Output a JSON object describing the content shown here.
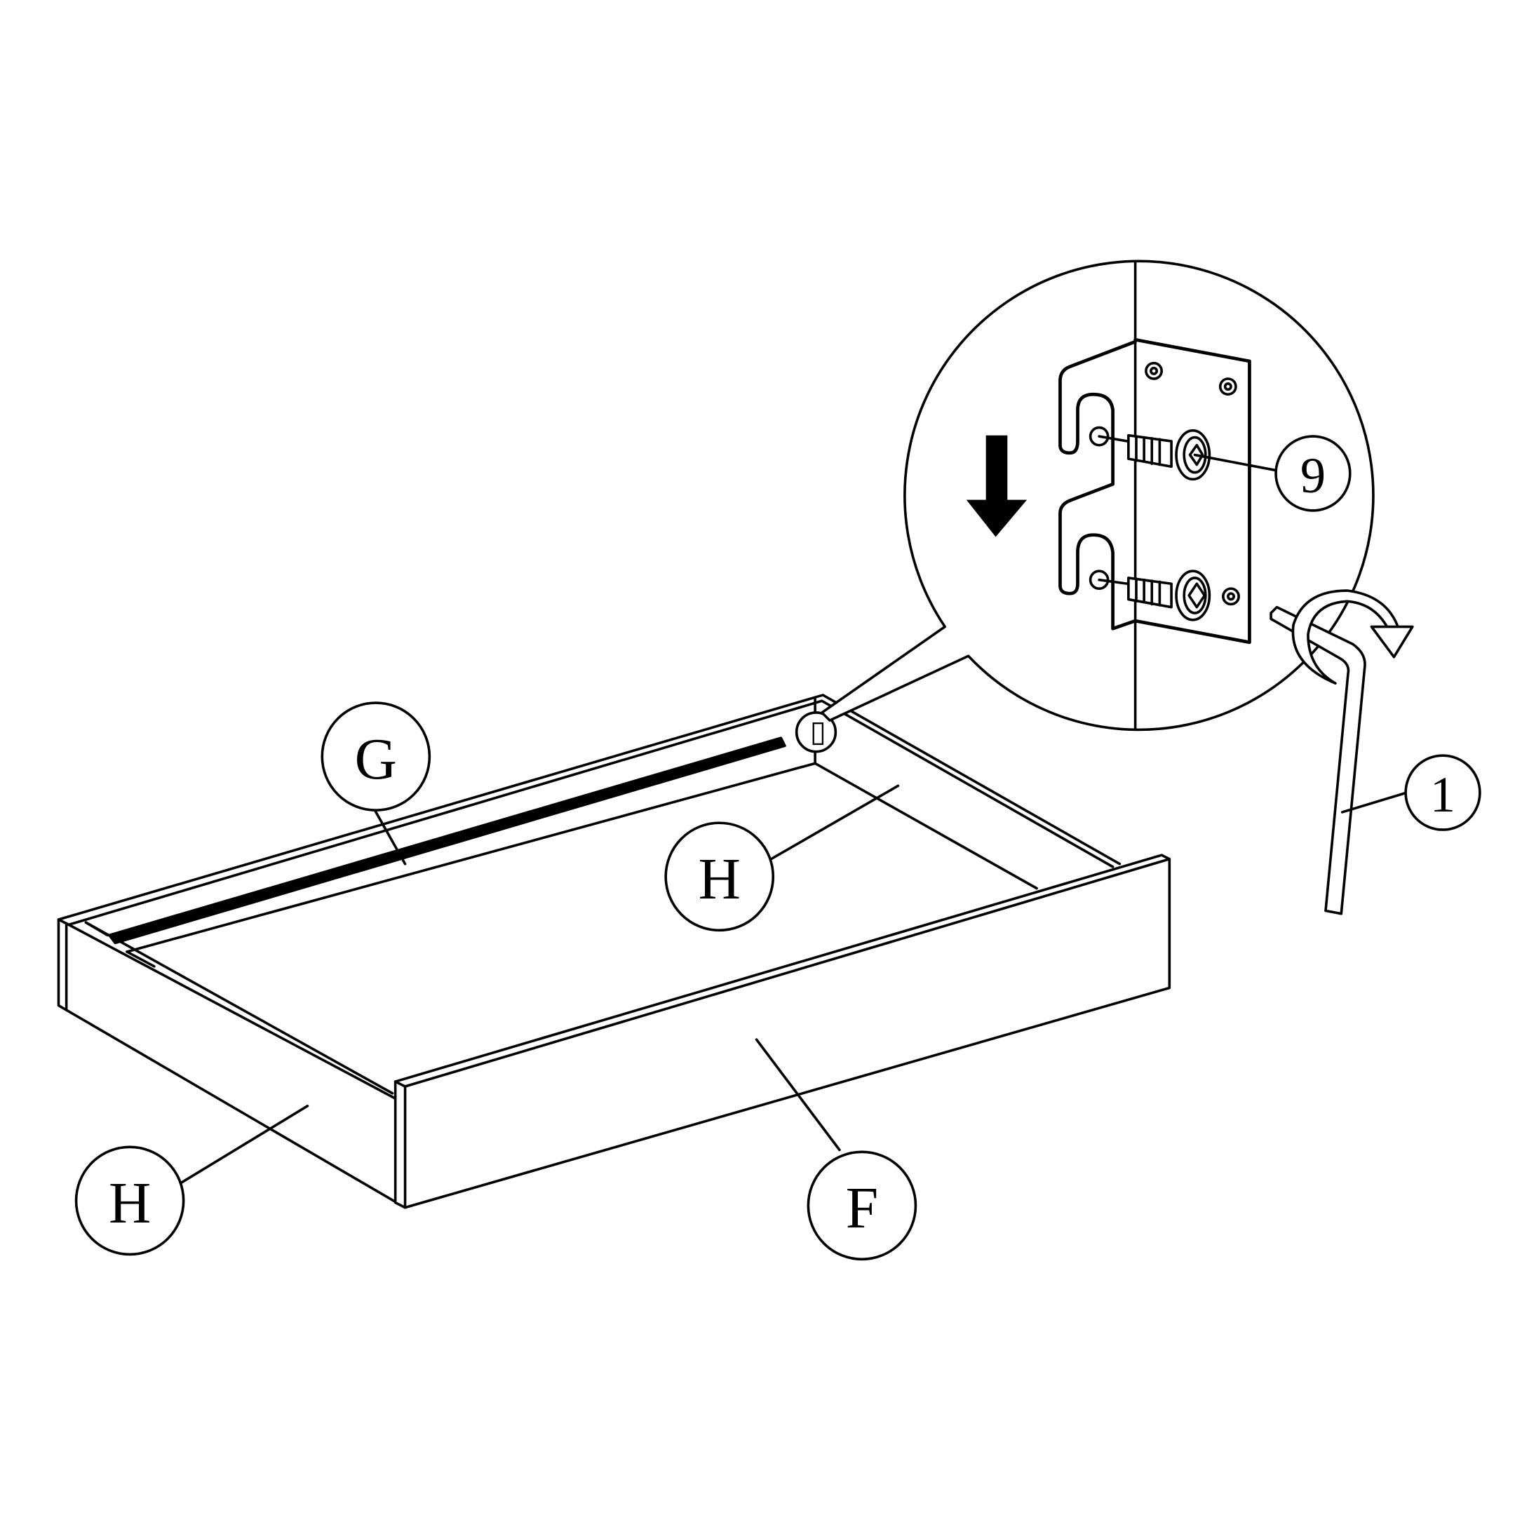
{
  "diagram": {
    "type": "assembly-instruction",
    "colors": {
      "line": "#000000",
      "background": "#ffffff"
    },
    "callouts": {
      "rail": "G",
      "back_panel": "H",
      "side_panel": "H",
      "front_panel": "F",
      "screw": "9",
      "allen_key": "1"
    },
    "icons": [
      "down-arrow-icon",
      "rotate-arrow-icon",
      "allen-key-icon",
      "screw-icon"
    ]
  }
}
